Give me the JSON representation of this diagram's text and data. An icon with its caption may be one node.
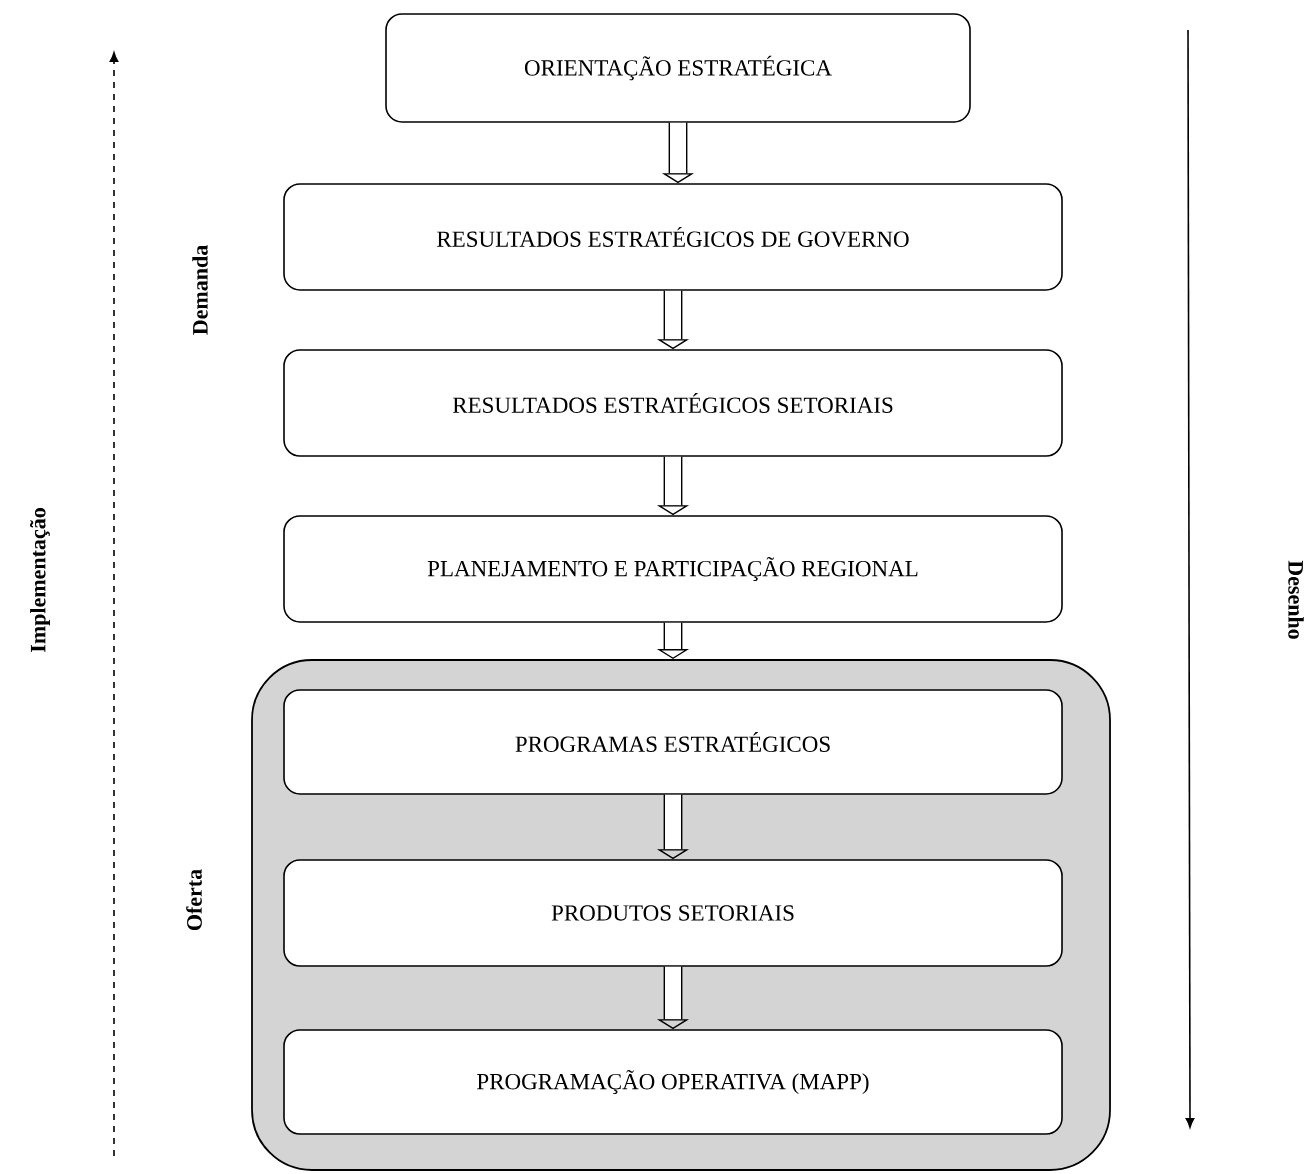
{
  "diagram": {
    "nodes": [
      {
        "text": [
          "ORIENTAÇÃO ESTRATÉGICA"
        ]
      },
      {
        "text": [
          "RESULTADOS ESTRATÉGICOS DE GOVERNO"
        ]
      },
      {
        "text": [
          "RESULTADOS ESTRATÉGICOS SETORIAIS"
        ]
      },
      {
        "text": [
          "PLANEJAMENTO E PARTICIPAÇÃO REGIONAL"
        ]
      },
      {
        "text": [],
        "shape": "box"
      },
      {
        "text": [
          "PROGRAMAS ESTRATÉGICOS"
        ],
        "in": 4
      },
      {
        "text": [
          "PRODUTOS SETORIAIS"
        ],
        "in": 4
      },
      {
        "text": [
          "PROGRAMAÇÃO OPERATIVA (MAPP)"
        ],
        "in": 4
      }
    ],
    "edges": [
      {
        "from": 0,
        "to": 1,
        "arrow": "to"
      },
      {
        "from": 1,
        "to": 2,
        "arrow": "to"
      },
      {
        "from": 2,
        "to": 3,
        "arrow": "to"
      },
      {
        "from": 3,
        "to": 4,
        "arrow": "to"
      },
      {
        "from": 5,
        "to": 6,
        "arrow": "to"
      },
      {
        "from": 6,
        "to": 7,
        "arrow": "to"
      }
    ],
    "labels": [
      "Implementação",
      "Demanda",
      "Oferta",
      "Desenho"
    ]
  }
}
